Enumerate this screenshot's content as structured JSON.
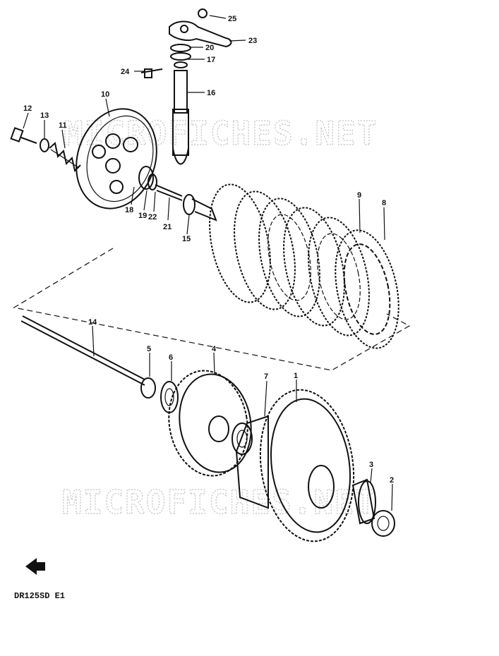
{
  "watermark": "MICROFICHES.NET",
  "model_code": "DR125SD E1",
  "callouts": [
    {
      "id": "1",
      "text": "1"
    },
    {
      "id": "2",
      "text": "2"
    },
    {
      "id": "3",
      "text": "3"
    },
    {
      "id": "4",
      "text": "4"
    },
    {
      "id": "5",
      "text": "5"
    },
    {
      "id": "6",
      "text": "6"
    },
    {
      "id": "7",
      "text": "7"
    },
    {
      "id": "8",
      "text": "8"
    },
    {
      "id": "9",
      "text": "9"
    },
    {
      "id": "10",
      "text": "10"
    },
    {
      "id": "11",
      "text": "11"
    },
    {
      "id": "12",
      "text": "12"
    },
    {
      "id": "13",
      "text": "13"
    },
    {
      "id": "14",
      "text": "14"
    },
    {
      "id": "15",
      "text": "15"
    },
    {
      "id": "16",
      "text": "16"
    },
    {
      "id": "17",
      "text": "17"
    },
    {
      "id": "18",
      "text": "18"
    },
    {
      "id": "19",
      "text": "19"
    },
    {
      "id": "20",
      "text": "20"
    },
    {
      "id": "21",
      "text": "21"
    },
    {
      "id": "22",
      "text": "22"
    },
    {
      "id": "23",
      "text": "23"
    },
    {
      "id": "24",
      "text": "24"
    },
    {
      "id": "25",
      "text": "25"
    }
  ]
}
